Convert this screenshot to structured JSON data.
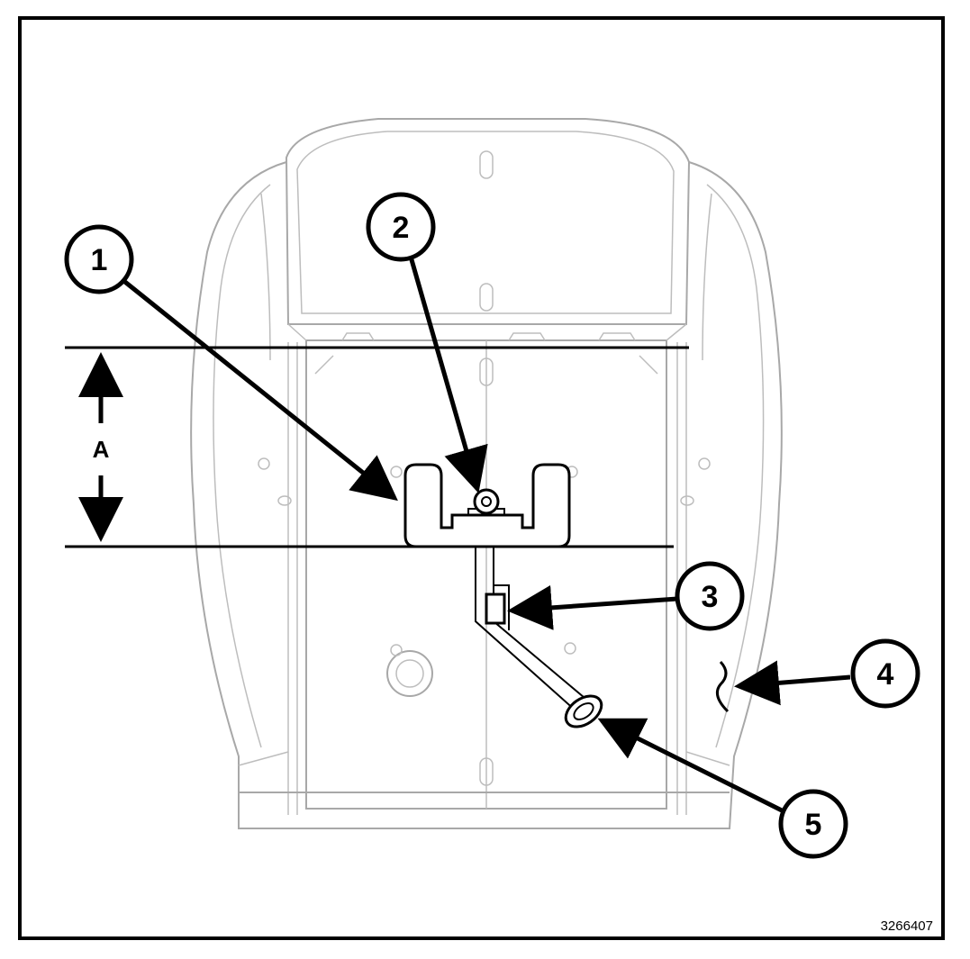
{
  "callouts": [
    {
      "label": "1"
    },
    {
      "label": "2"
    },
    {
      "label": "3"
    },
    {
      "label": "4"
    },
    {
      "label": "5"
    }
  ],
  "dimension": {
    "label": "A"
  },
  "figure_id": "3266407",
  "colors": {
    "line": "#000000",
    "seat_outline": "#a8a8a8",
    "background": "#ffffff"
  }
}
